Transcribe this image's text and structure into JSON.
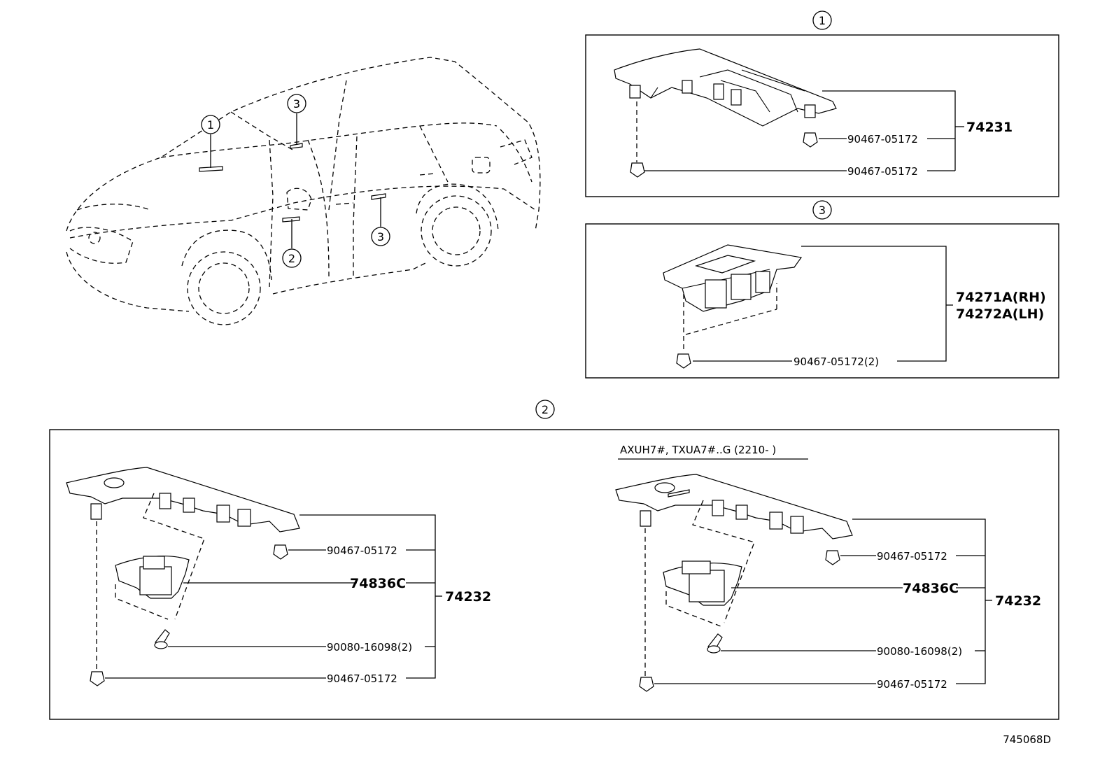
{
  "callouts": {
    "c1": "1",
    "c2": "2",
    "c3": "3"
  },
  "panel1": {
    "clip_upper": "90467-05172",
    "clip_lower": "90467-05172",
    "assembly": "74231"
  },
  "panel3": {
    "clip": "90467-05172(2)",
    "assembly_rh": "74271A(RH)",
    "assembly_lh": "74272A(LH)"
  },
  "panel2": {
    "left": {
      "clip_upper": "90467-05172",
      "switch": "74836C",
      "assembly": "74232",
      "screw": "90080-16098(2)",
      "clip_lower": "90467-05172"
    },
    "right": {
      "condition": "AXUH7#, TXUA7#..G (2210-        )",
      "clip_upper": "90467-05172",
      "switch": "74836C",
      "assembly": "74232",
      "screw": "90080-16098(2)",
      "clip_lower": "90467-05172"
    }
  },
  "ref_code": "745068D"
}
